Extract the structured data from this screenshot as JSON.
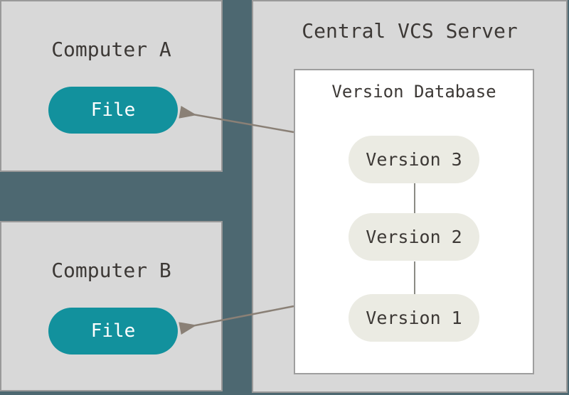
{
  "diagram": {
    "computer_a": {
      "title": "Computer A",
      "file_label": "File"
    },
    "computer_b": {
      "title": "Computer B",
      "file_label": "File"
    },
    "server": {
      "title": "Central VCS Server",
      "database": {
        "title": "Version Database",
        "versions": [
          "Version 3",
          "Version 2",
          "Version 1"
        ]
      }
    }
  },
  "colors": {
    "background": "#4d6871",
    "panel_fill": "#d8d8d8",
    "panel_border": "#999999",
    "database_fill": "#ffffff",
    "database_border": "#9e9e9e",
    "file_pill": "#12919d",
    "file_text": "#ffffff",
    "version_pill": "#ebebe3",
    "title_text": "#3d3936",
    "arrow": "#8a8076",
    "connector": "#8b8b85"
  }
}
